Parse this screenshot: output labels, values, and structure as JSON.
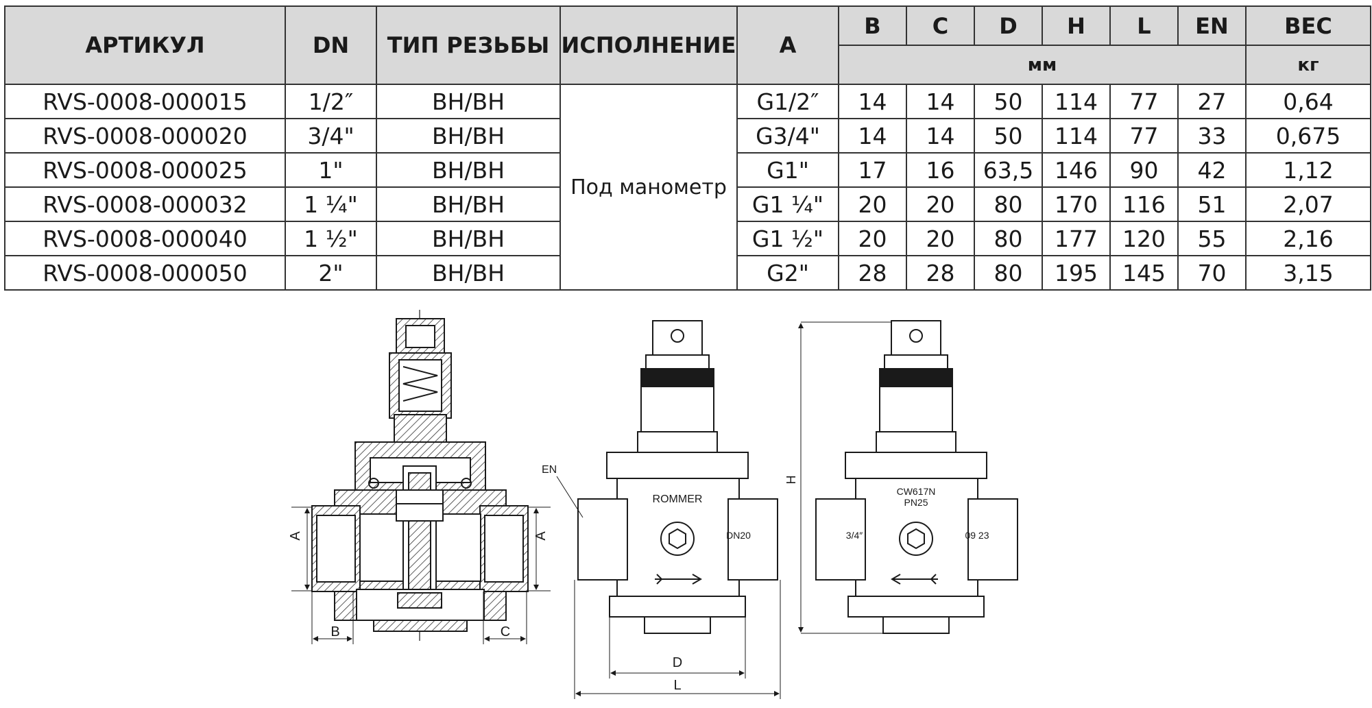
{
  "table": {
    "headers": {
      "article": "АРТИКУЛ",
      "dn": "DN",
      "thread_type": "ТИП РЕЗЬБЫ",
      "variant": "ИСПОЛНЕНИЕ",
      "a": "A",
      "b": "B",
      "c": "C",
      "d": "D",
      "h": "H",
      "l": "L",
      "en": "EN",
      "weight": "ВЕС"
    },
    "units": {
      "mm": "мм",
      "kg": "кг"
    },
    "variant_value": "Под манометр",
    "rows": [
      {
        "article": "RVS-0008-000015",
        "dn": "1/2″",
        "thread": "ВН/ВН",
        "a": "G1/2″",
        "b": "14",
        "c": "14",
        "d": "50",
        "h": "114",
        "l": "77",
        "en": "27",
        "weight": "0,64"
      },
      {
        "article": "RVS-0008-000020",
        "dn": "3/4\"",
        "thread": "ВН/ВН",
        "a": "G3/4\"",
        "b": "14",
        "c": "14",
        "d": "50",
        "h": "114",
        "l": "77",
        "en": "33",
        "weight": "0,675"
      },
      {
        "article": "RVS-0008-000025",
        "dn": "1\"",
        "thread": "ВН/ВН",
        "a": "G1\"",
        "b": "17",
        "c": "16",
        "d": "63,5",
        "h": "146",
        "l": "90",
        "en": "42",
        "weight": "1,12"
      },
      {
        "article": "RVS-0008-000032",
        "dn": "1 ¼\"",
        "thread": "ВН/ВН",
        "a": "G1 ¼\"",
        "b": "20",
        "c": "20",
        "d": "80",
        "h": "170",
        "l": "116",
        "en": "51",
        "weight": "2,07"
      },
      {
        "article": "RVS-0008-000040",
        "dn": "1 ½\"",
        "thread": "ВН/ВН",
        "a": "G1 ½\"",
        "b": "20",
        "c": "20",
        "d": "80",
        "h": "177",
        "l": "120",
        "en": "55",
        "weight": "2,16"
      },
      {
        "article": "RVS-0008-000050",
        "dn": "2\"",
        "thread": "ВН/ВН",
        "a": "G2\"",
        "b": "28",
        "c": "28",
        "d": "80",
        "h": "195",
        "l": "145",
        "en": "70",
        "weight": "3,15"
      }
    ]
  },
  "drawing": {
    "labels": {
      "a": "A",
      "b": "B",
      "c": "C",
      "d": "D",
      "l": "L",
      "h": "H",
      "en": "EN"
    },
    "front_brand": "ROMMER",
    "front_size": "DN20",
    "back_material": "CW617N",
    "back_pressure": "PN25",
    "back_thread": "3/4″",
    "back_date": "09 23"
  }
}
